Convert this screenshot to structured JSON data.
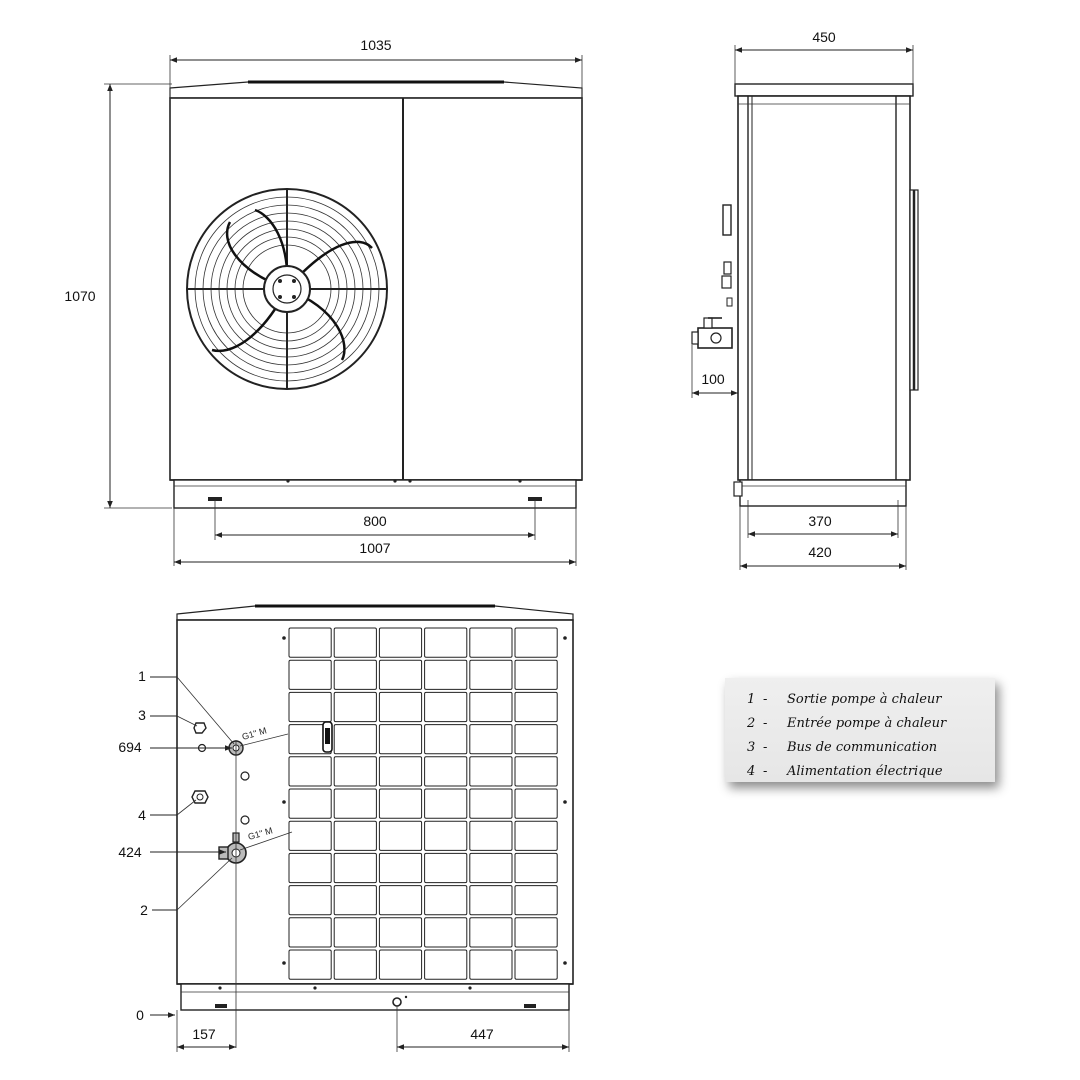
{
  "front_view": {
    "dim_width": "1035",
    "dim_height": "1070",
    "dim_base_inner": "800",
    "dim_base_outer": "1007"
  },
  "side_view": {
    "dim_depth": "450",
    "dim_pipe_offset": "100",
    "dim_base_inner": "370",
    "dim_base_outer": "420"
  },
  "rear_view": {
    "callout_1": "1",
    "callout_3": "3",
    "dim_694": "694",
    "callout_4": "4",
    "dim_424": "424",
    "callout_2": "2",
    "dim_0": "0",
    "dim_157": "157",
    "dim_447": "447",
    "connection_upper": "G1\" M",
    "connection_lower": "G1\" M"
  },
  "legend": {
    "items": [
      {
        "num": "1",
        "sep": "-",
        "label": "Sortie pompe à chaleur"
      },
      {
        "num": "2",
        "sep": "-",
        "label": "Entrée pompe à chaleur"
      },
      {
        "num": "3",
        "sep": "-",
        "label": "Bus de communication"
      },
      {
        "num": "4",
        "sep": "-",
        "label": "Alimentation électrique"
      }
    ]
  },
  "colors": {
    "line": "#222222",
    "legend_background": "#e9e9e9"
  }
}
